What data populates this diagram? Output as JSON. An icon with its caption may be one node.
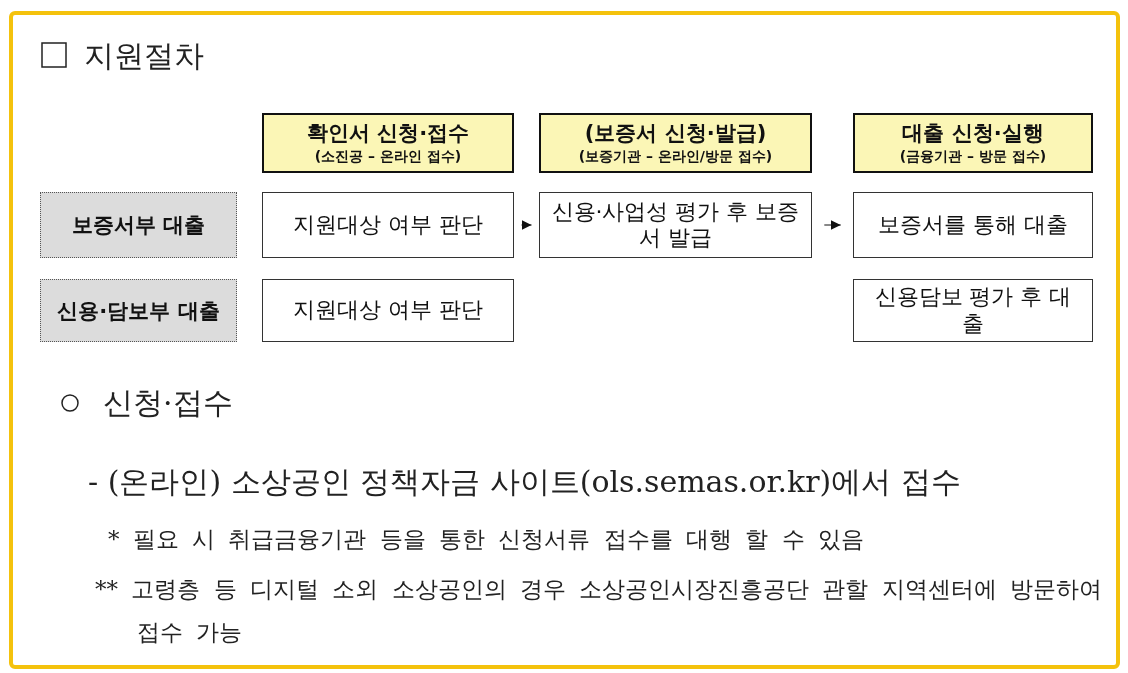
{
  "diagram": {
    "title": "지원절차",
    "nodes": [
      {
        "text": [
          "확인서 신청·접수",
          "(소진공 – 온라인 접수)"
        ]
      },
      {
        "text": [
          "(보증서 신청·발급)",
          "(보증기관 – 온라인/방문 접수)"
        ]
      },
      {
        "text": [
          "대출 신청·실행",
          "(금융기관 – 방문 접수)"
        ]
      },
      {
        "text": [
          "보증서부 대출"
        ]
      },
      {
        "text": [
          "지원대상 여부 판단"
        ]
      },
      {
        "text": [
          "신용·사업성 평가 후 보증서 발급"
        ]
      },
      {
        "text": [
          "보증서를 통해 대출"
        ]
      },
      {
        "text": [
          "신용·담보부 대출"
        ]
      },
      {
        "text": [
          "지원대상 여부 판단"
        ]
      },
      {
        "text": [
          "신용담보 평가 후 대출"
        ]
      }
    ],
    "edges": [
      {
        "from": 4,
        "to": 5,
        "arrow": "to"
      },
      {
        "from": 5,
        "to": 6,
        "arrow": "to"
      }
    ],
    "labels": [
      "신청·접수",
      "- (온라인) 소상공인 정책자금 사이트(ols.semas.or.kr)에서 접수",
      "* 필요 시 취급금융기관 등을 통한 신청서류 접수를 대행 할 수 있음",
      "** 고령층 등 디지털 소외 소상공인의 경우 소상공인시장진흥공단 관할 지역센터에 방문하여 접수 가능"
    ]
  }
}
